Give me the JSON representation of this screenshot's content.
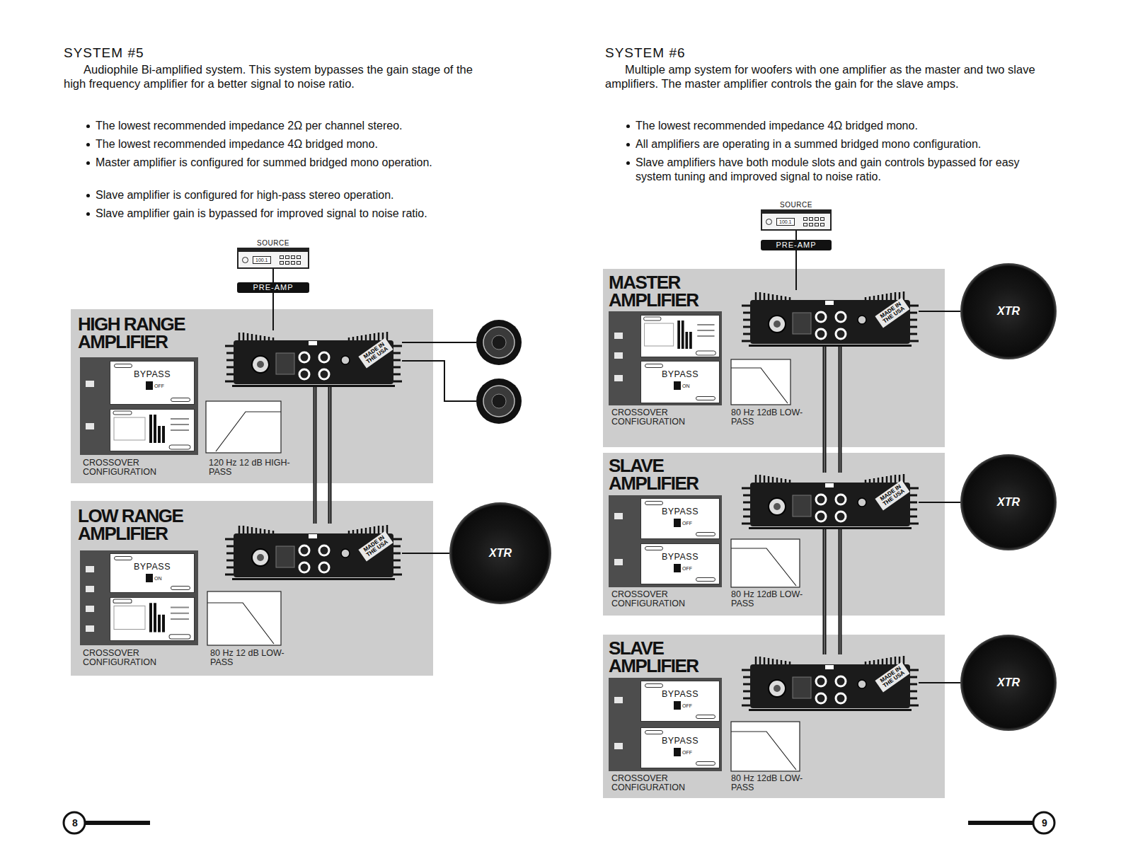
{
  "diagram": {
    "nodes": [
      {
        "text": [
          "SOURCE",
          "100.1"
        ]
      },
      {
        "text": [
          "PRE-AMP"
        ]
      },
      {
        "text": [
          "HIGH RANGE AMPLIFIER",
          "CROSSOVER CONFIGURATION",
          "120 Hz 12 dB HIGH-PASS"
        ]
      },
      {
        "text": [
          "BYPASS",
          "OFF"
        ],
        "in": 2
      },
      {
        "text": [
          "MADE IN THE USA"
        ],
        "in": 2
      },
      {
        "text": [
          "LOW RANGE AMPLIFIER",
          "CROSSOVER CONFIGURATION",
          "80 Hz 12 dB LOW-PASS"
        ]
      },
      {
        "text": [
          "BYPASS",
          "ON"
        ],
        "in": 5
      },
      {
        "text": [
          "MADE IN THE USA"
        ],
        "in": 5
      },
      {
        "text": [
          "XTR"
        ]
      },
      {
        "text": [
          "SOURCE",
          "100.1"
        ]
      },
      {
        "text": [
          "PRE-AMP"
        ]
      },
      {
        "text": [
          "MASTER AMPLIFIER",
          "CROSSOVER CONFIGURATION",
          "80 Hz 12dB LOW-PASS"
        ]
      },
      {
        "text": [
          "BYPASS",
          "ON"
        ],
        "in": 11
      },
      {
        "text": [
          "MADE IN THE USA"
        ],
        "in": 11
      },
      {
        "text": [
          "SLAVE AMPLIFIER",
          "CROSSOVER CONFIGURATION",
          "80 Hz 12dB LOW-PASS"
        ]
      },
      {
        "text": [
          "BYPASS",
          "OFF"
        ],
        "in": 14
      },
      {
        "text": [
          "BYPASS",
          "OFF"
        ],
        "in": 14
      },
      {
        "text": [
          "MADE IN THE USA"
        ],
        "in": 14
      },
      {
        "text": [
          "SLAVE AMPLIFIER",
          "CROSSOVER CONFIGURATION",
          "80 Hz 12dB LOW-PASS"
        ]
      },
      {
        "text": [
          "BYPASS",
          "OFF"
        ],
        "in": 18
      },
      {
        "text": [
          "BYPASS",
          "OFF"
        ],
        "in": 18
      },
      {
        "text": [
          "MADE IN THE USA"
        ],
        "in": 18
      },
      {
        "text": [
          "XTR"
        ]
      },
      {
        "text": [
          "XTR"
        ]
      },
      {
        "text": [
          "XTR"
        ]
      }
    ],
    "edges": [
      {
        "from": 0,
        "to": 1,
        "arrow": "none"
      },
      {
        "from": 1,
        "to": 4,
        "arrow": "none"
      },
      {
        "from": 4,
        "to": 7,
        "arrow": "none"
      },
      {
        "from": 4,
        "to": 7,
        "arrow": "none"
      },
      {
        "from": 7,
        "to": 8,
        "arrow": "none"
      },
      {
        "from": 9,
        "to": 10,
        "arrow": "none"
      },
      {
        "from": 10,
        "to": 13,
        "arrow": "none"
      },
      {
        "from": 13,
        "to": 17,
        "arrow": "none"
      },
      {
        "from": 13,
        "to": 17,
        "arrow": "none"
      },
      {
        "from": 17,
        "to": 21,
        "arrow": "none"
      },
      {
        "from": 17,
        "to": 21,
        "arrow": "none"
      },
      {
        "from": 13,
        "to": 22,
        "arrow": "none"
      },
      {
        "from": 17,
        "to": 23,
        "arrow": "none"
      },
      {
        "from": 21,
        "to": 24,
        "arrow": "none"
      }
    ],
    "labels": [
      "SYSTEM #5",
      "Audiophile Bi-amplified system. This system bypasses the gain stage of the high frequency amplifier for a better signal to noise ratio.",
      "The lowest recommended impedance 2Ω per channel stereo.",
      "The lowest recommended impedance 4Ω bridged mono.",
      "Master amplifier is configured for summed bridged mono operation.",
      "Slave amplifier is configured for high-pass stereo operation.",
      "Slave amplifier gain is bypassed for improved signal to noise ratio.",
      "SYSTEM #6",
      "Multiple amp system for woofers with one amplifier as the master and two slave amplifiers. The master amplifier controls the gain for the slave amps.",
      "The lowest recommended impedance 4Ω bridged mono.",
      "All amplifiers are operating in a summed bridged mono configuration.",
      "Slave amplifiers have both module slots and gain controls bypassed for easy system tuning and improved signal to noise ratio.",
      "8",
      "9"
    ]
  }
}
